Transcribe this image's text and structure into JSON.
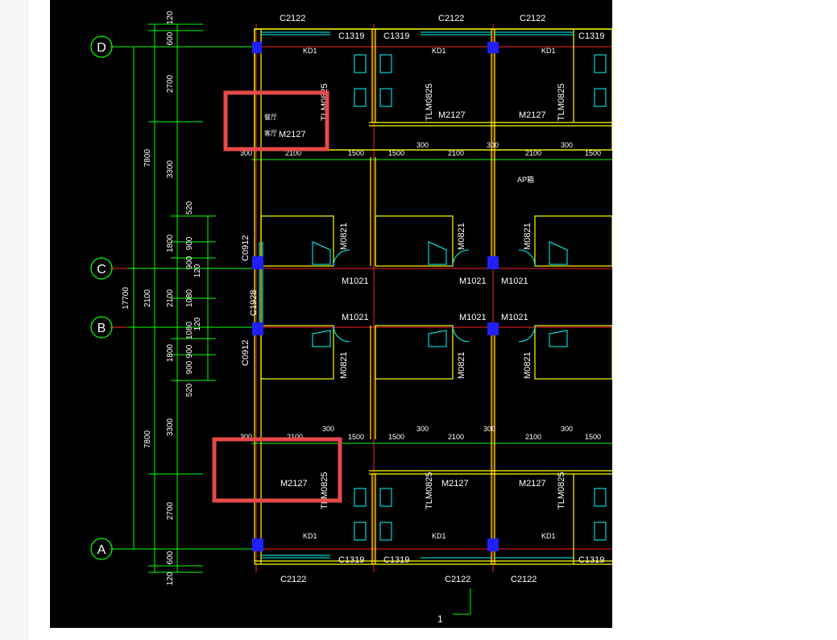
{
  "colors": {
    "background": "#000000",
    "axis": "#ff2020",
    "dimension": "#00ff00",
    "wall": "#ffff00",
    "fixture": "#00ffff",
    "column": "#2020ff",
    "text": "#ffffff",
    "highlight": "#e84a4a"
  },
  "axes": [
    {
      "id": "D",
      "label": "D"
    },
    {
      "id": "C",
      "label": "C"
    },
    {
      "id": "B",
      "label": "B"
    },
    {
      "id": "A",
      "label": "A"
    }
  ],
  "axis_bottom_label": "1",
  "dimensions": {
    "outer_total": "17700",
    "outer_segments": [
      "7800",
      "2100",
      "7800"
    ],
    "mid_segments": [
      "120",
      "600",
      "2700",
      "3300",
      "1800",
      "2100",
      "1800",
      "3300",
      "2700",
      "600",
      "120"
    ],
    "inner_segments": [
      "520",
      "900",
      "900",
      "120",
      "1080",
      "1080",
      "120",
      "900",
      "900",
      "520"
    ],
    "upper_row": [
      "300",
      "2100",
      "1500",
      "1500",
      "300",
      "2100",
      "300",
      "2100",
      "300",
      "1500"
    ],
    "lower_row": [
      "300",
      "2100",
      "300",
      "1500",
      "1500",
      "300",
      "2100",
      "300",
      "2100",
      "300",
      "1500"
    ]
  },
  "labels": {
    "windows_top": [
      "C2122",
      "C2122",
      "C2122"
    ],
    "windows_top_small": [
      "C1319",
      "C1319",
      "C1319"
    ],
    "windows_bottom": [
      "C2122",
      "C2122",
      "C2122"
    ],
    "windows_bottom_small": [
      "C1319",
      "C1319",
      "C1319"
    ],
    "doors_upper": [
      "M2127",
      "M2127",
      "M2127"
    ],
    "doors_lower": [
      "M2127",
      "M2127",
      "M2127"
    ],
    "sliding_upper": [
      "TLM0825",
      "TLM0825",
      "TLM0825"
    ],
    "sliding_lower": [
      "TLM0825",
      "TLM0825",
      "TLM0825"
    ],
    "kd_top": [
      "KD1",
      "KD1",
      "KD1"
    ],
    "kd_bottom": [
      "KD1",
      "KD1",
      "KD1"
    ],
    "bath_upper": [
      "M0821",
      "M0821",
      "M0821"
    ],
    "bath_lower": [
      "M0821",
      "M0821",
      "M0821"
    ],
    "entry_upper": [
      "M1021",
      "M1021",
      "M1021"
    ],
    "entry_lower": [
      "M1021",
      "M1021",
      "M1021"
    ],
    "corridor_windows": [
      "C0912",
      "C1928",
      "C0912"
    ],
    "room_tags": [
      "餐厅",
      "客厅",
      "AP箱"
    ]
  }
}
